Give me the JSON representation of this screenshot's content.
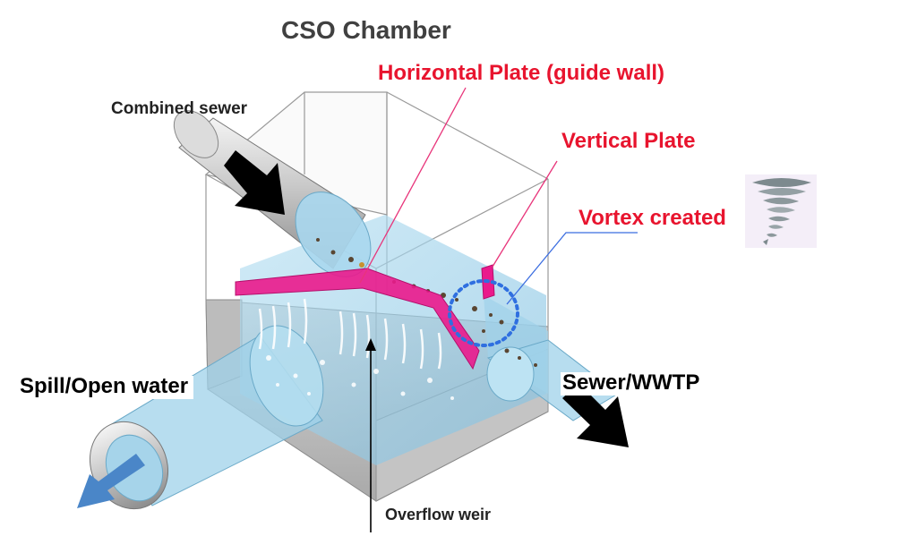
{
  "title": "CSO Chamber",
  "labels": {
    "horizontal_plate": "Horizontal Plate (guide wall)",
    "vertical_plate": "Vertical Plate",
    "vortex": "Vortex created",
    "combined_sewer": "Combined sewer",
    "spill": "Spill/Open water",
    "sewer_wwtp": "Sewer/WWTP",
    "overflow_weir": "Overflow weir"
  },
  "colors": {
    "annotation_red": "#e8142e",
    "plate_magenta": "#ea1a8c",
    "water_blue": "#8cc9e6",
    "vortex_ring": "#2f6fe0",
    "spill_arrow": "#4a86c8",
    "flow_arrow": "#000000",
    "title_gray": "#404040"
  },
  "icons": {
    "inflow_arrow": "black-arrow-icon",
    "outflow_arrow": "black-arrow-icon",
    "spill_arrow": "blue-arrow-icon",
    "tornado": "tornado-icon"
  }
}
